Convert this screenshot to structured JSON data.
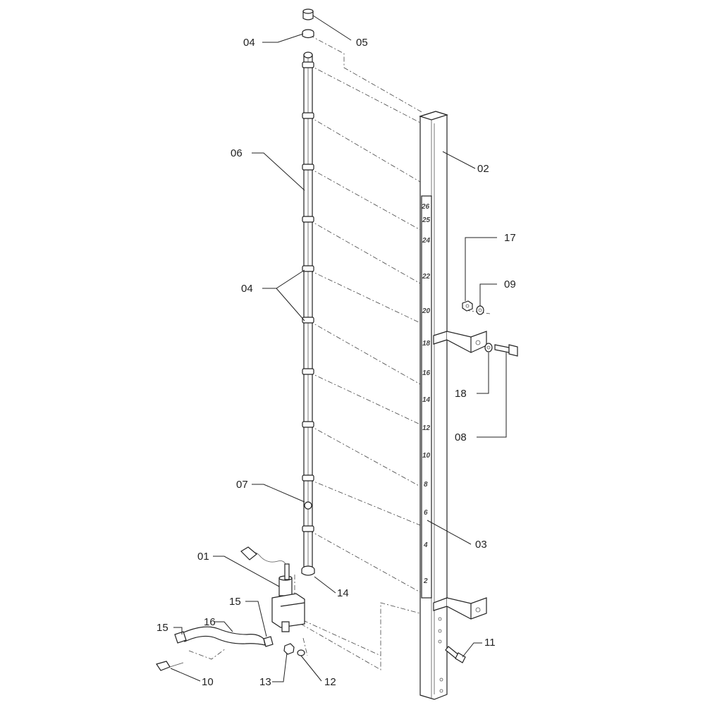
{
  "labels": {
    "l01": "01",
    "l02": "02",
    "l03": "03",
    "l04a": "04",
    "l04b": "04",
    "l05": "05",
    "l06": "06",
    "l07": "07",
    "l08": "08",
    "l09": "09",
    "l10": "10",
    "l11": "11",
    "l12": "12",
    "l13": "13",
    "l14": "14",
    "l15a": "15",
    "l15b": "15",
    "l16": "16",
    "l17": "17",
    "l18": "18"
  },
  "scale_marks": [
    "26",
    "25",
    "24",
    "22",
    "20",
    "18",
    "16",
    "14",
    "12",
    "10",
    "8",
    "6",
    "4",
    "2"
  ],
  "colors": {
    "line": "#222222",
    "background": "#ffffff"
  }
}
